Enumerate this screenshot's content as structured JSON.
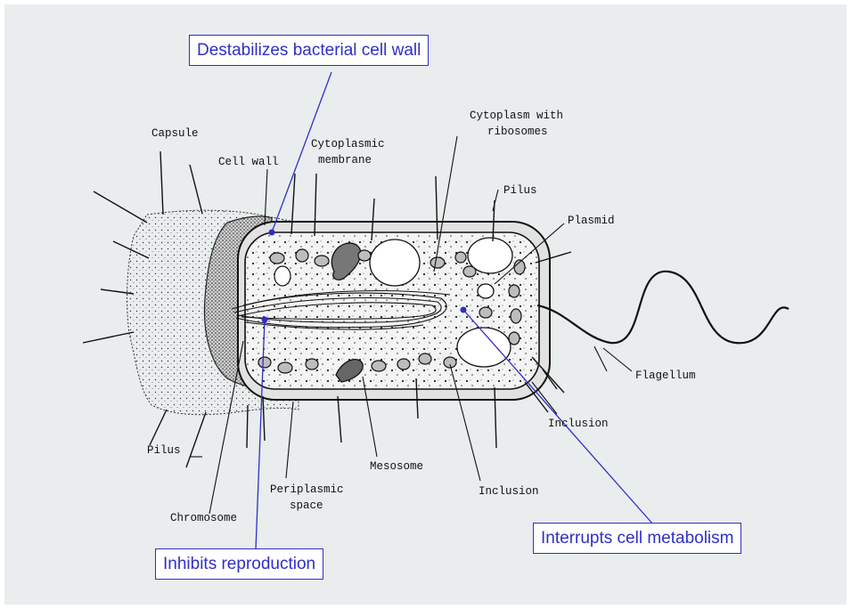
{
  "callouts": {
    "cell_wall": "Destabilizes bacterial cell wall",
    "metabolism": "Interrupts cell metabolism",
    "reproduction": "Inhibits reproduction"
  },
  "labels": {
    "capsule": "Capsule",
    "cell_wall": "Cell wall",
    "cytoplasmic_membrane_1": "Cytoplasmic",
    "cytoplasmic_membrane_2": "membrane",
    "cytoplasm_1": "Cytoplasm with",
    "cytoplasm_2": "ribosomes",
    "pilus_top": "Pilus",
    "plasmid": "Plasmid",
    "flagellum": "Flagellum",
    "inclusion_right": "Inclusion",
    "inclusion_bottom": "Inclusion",
    "mesosome": "Mesosome",
    "periplasmic_1": "Periplasmic",
    "periplasmic_2": "space",
    "chromosome": "Chromosome",
    "pilus_bottom": "Pilus"
  },
  "colors": {
    "callout_blue": "#2e2fc6",
    "background": "#e9edee",
    "ink": "#111111"
  }
}
